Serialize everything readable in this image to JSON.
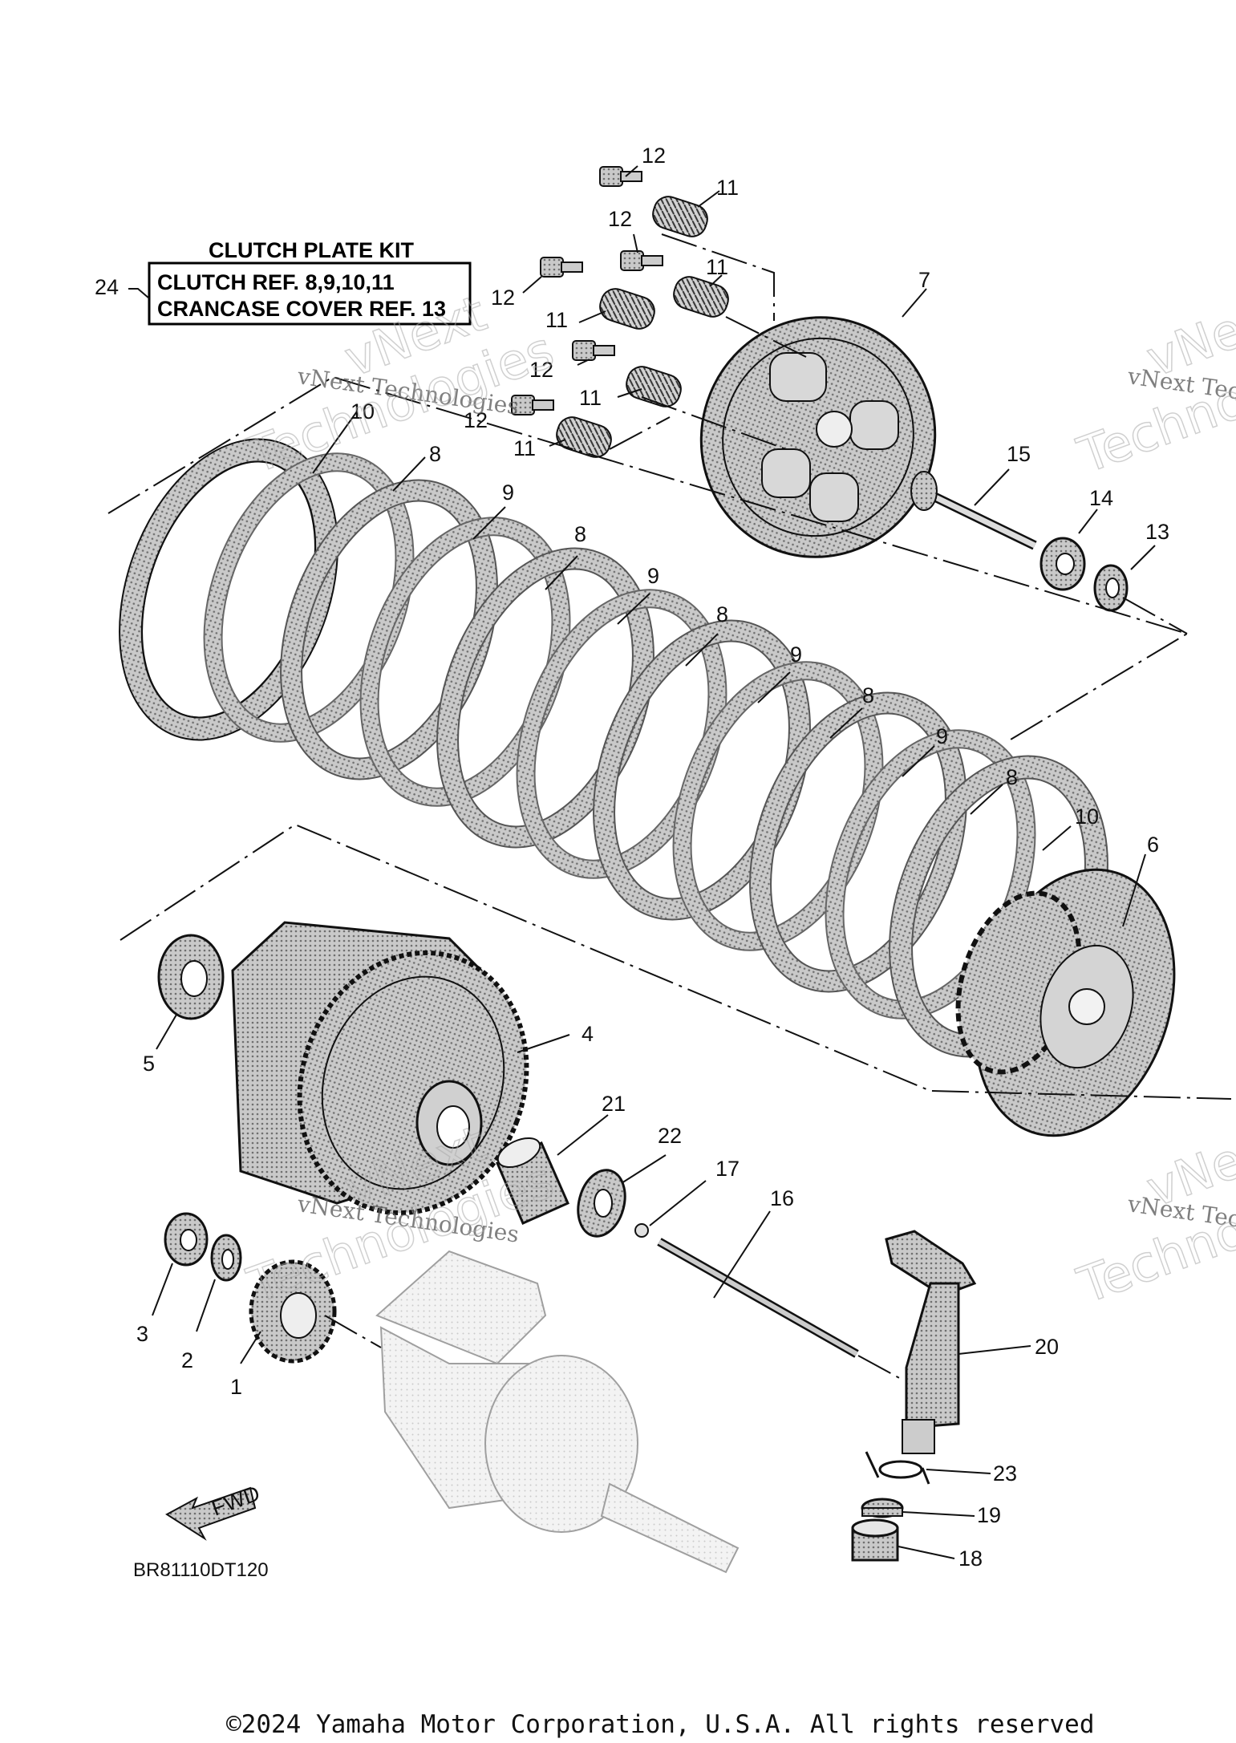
{
  "kit": {
    "title": "CLUTCH PLATE KIT",
    "ref_number": "24",
    "line1": "CLUTCH REF. 8,9,10,11",
    "line2": "CRANCASE COVER REF. 13"
  },
  "callouts": [
    {
      "id": "c12a",
      "label": "12"
    },
    {
      "id": "c11a",
      "label": "11"
    },
    {
      "id": "c12b",
      "label": "12"
    },
    {
      "id": "c12c",
      "label": "12"
    },
    {
      "id": "c11b",
      "label": "11"
    },
    {
      "id": "c11c",
      "label": "11"
    },
    {
      "id": "c7",
      "label": "7"
    },
    {
      "id": "c12d",
      "label": "12"
    },
    {
      "id": "c12e",
      "label": "12"
    },
    {
      "id": "c11d",
      "label": "11"
    },
    {
      "id": "c11e",
      "label": "11"
    },
    {
      "id": "c10a",
      "label": "10"
    },
    {
      "id": "c8a",
      "label": "8"
    },
    {
      "id": "c9a",
      "label": "9"
    },
    {
      "id": "c8b",
      "label": "8"
    },
    {
      "id": "c9b",
      "label": "9"
    },
    {
      "id": "c8c",
      "label": "8"
    },
    {
      "id": "c9c",
      "label": "9"
    },
    {
      "id": "c8d",
      "label": "8"
    },
    {
      "id": "c9d",
      "label": "9"
    },
    {
      "id": "c8e",
      "label": "8"
    },
    {
      "id": "c10b",
      "label": "10"
    },
    {
      "id": "c6",
      "label": "6"
    },
    {
      "id": "c15",
      "label": "15"
    },
    {
      "id": "c14",
      "label": "14"
    },
    {
      "id": "c13",
      "label": "13"
    },
    {
      "id": "c5",
      "label": "5"
    },
    {
      "id": "c4",
      "label": "4"
    },
    {
      "id": "c21",
      "label": "21"
    },
    {
      "id": "c22",
      "label": "22"
    },
    {
      "id": "c17",
      "label": "17"
    },
    {
      "id": "c16",
      "label": "16"
    },
    {
      "id": "c3",
      "label": "3"
    },
    {
      "id": "c2",
      "label": "2"
    },
    {
      "id": "c1",
      "label": "1"
    },
    {
      "id": "c20",
      "label": "20"
    },
    {
      "id": "c23",
      "label": "23"
    },
    {
      "id": "c19",
      "label": "19"
    },
    {
      "id": "c18",
      "label": "18"
    }
  ],
  "fwd_label": "FWD",
  "diagram_code": "BR81110DT120",
  "watermark": {
    "line_small": "vNext Technologies",
    "line_big_1": "vNext",
    "line_big_2": "Technologies",
    "partial_small": "vNext Tec",
    "partial_big_1": "vNe",
    "partial_big_2": "Techno"
  },
  "copyright": "©2024 Yamaha Motor Corporation, U.S.A. All rights reserved"
}
